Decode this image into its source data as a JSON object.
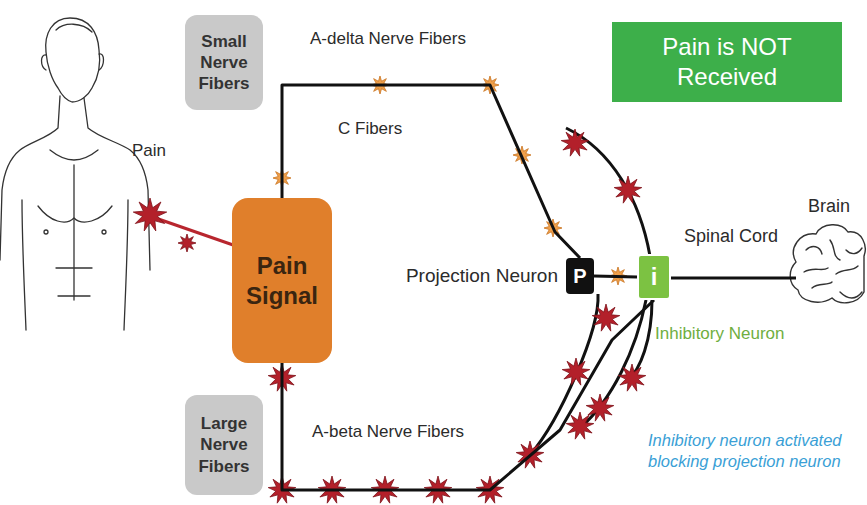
{
  "diagram": {
    "nodes": [
      {
        "text": [
          "Small Nerve Fibers"
        ]
      },
      {
        "text": [
          "Pain is NOT Received"
        ]
      },
      {
        "text": [
          "Pain Signal"
        ]
      },
      {
        "text": [
          "P"
        ]
      },
      {
        "text": [
          "i"
        ]
      },
      {
        "text": [
          "Large Nerve Fibers"
        ]
      }
    ],
    "edges": [
      {
        "from": 2,
        "to": 3,
        "arrow": "none"
      },
      {
        "from": 2,
        "to": 4,
        "arrow": "none"
      },
      {
        "from": 3,
        "to": 4,
        "arrow": "none"
      }
    ],
    "labels": [
      "A-delta Nerve Fibers",
      "C Fibers",
      "Pain",
      "Projection Neuron",
      "Spinal Cord",
      "Brain",
      "Inhibitory Neuron",
      "A-beta Nerve Fibers",
      "Inhibitory neuron activated blocking projection neuron"
    ]
  }
}
